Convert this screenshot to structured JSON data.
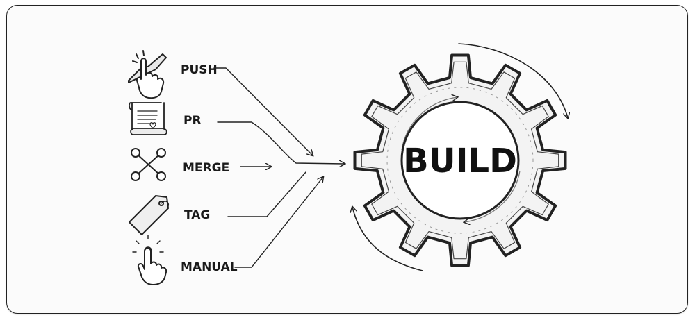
{
  "triggers": [
    {
      "label": "PUSH",
      "icon": "hand-push-icon"
    },
    {
      "label": "PR",
      "icon": "scroll-document-icon"
    },
    {
      "label": "MERGE",
      "icon": "merge-nodes-icon"
    },
    {
      "label": "TAG",
      "icon": "tag-icon"
    },
    {
      "label": "MANUAL",
      "icon": "hand-tap-icon"
    }
  ],
  "center": {
    "label": "BUILD",
    "icon": "gear-icon"
  },
  "colors": {
    "ink": "#222222",
    "paper": "#fbfbfb",
    "gear_fill": "#f3f3f3"
  }
}
